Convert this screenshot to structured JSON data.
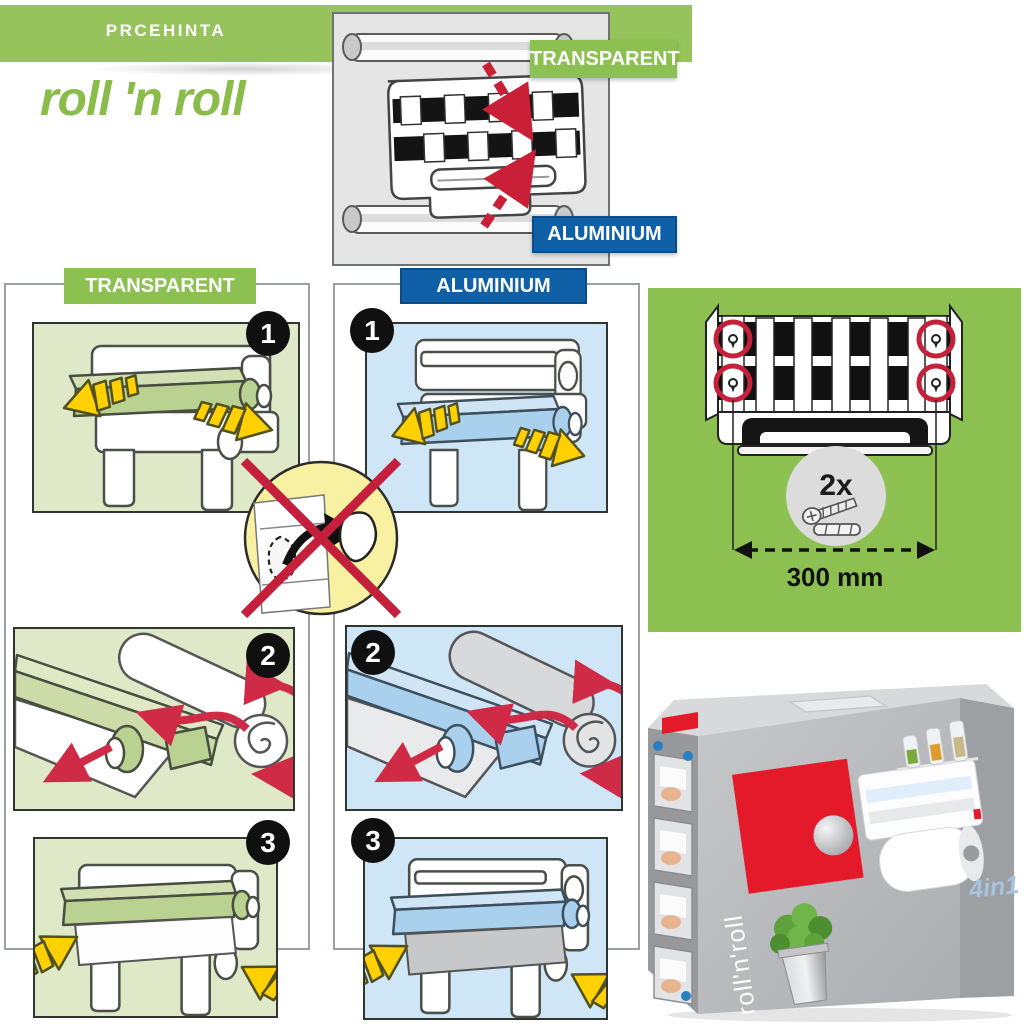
{
  "brand": {
    "logo_text": "PRCEHINTA"
  },
  "title": {
    "text": "roll 'n roll"
  },
  "top_diagram": {
    "transparent_label": "TRANSPARENT",
    "aluminium_label": "ALUMINIUM"
  },
  "columns": {
    "transparent": {
      "header": "TRANSPARENT",
      "steps": [
        "1",
        "2",
        "3"
      ]
    },
    "aluminium": {
      "header": "ALUMINIUM",
      "steps": [
        "1",
        "2",
        "3"
      ]
    }
  },
  "mounting": {
    "screw_count": "2x",
    "distance": "300 mm"
  },
  "product_box": {
    "side_title": "roll'n'roll",
    "feature_badge": "4in1"
  },
  "colors": {
    "banner_green": "#97c35c",
    "accent_green": "#8cc152",
    "accent_blue": "#1060a8",
    "panel_green": "#dfe9c8",
    "panel_blue": "#cfe6f7",
    "arrow_yellow": "#ffd103",
    "arrow_red": "#c92038",
    "warning_yellow": "#f8f1a2",
    "box_red": "#e41a2b"
  }
}
